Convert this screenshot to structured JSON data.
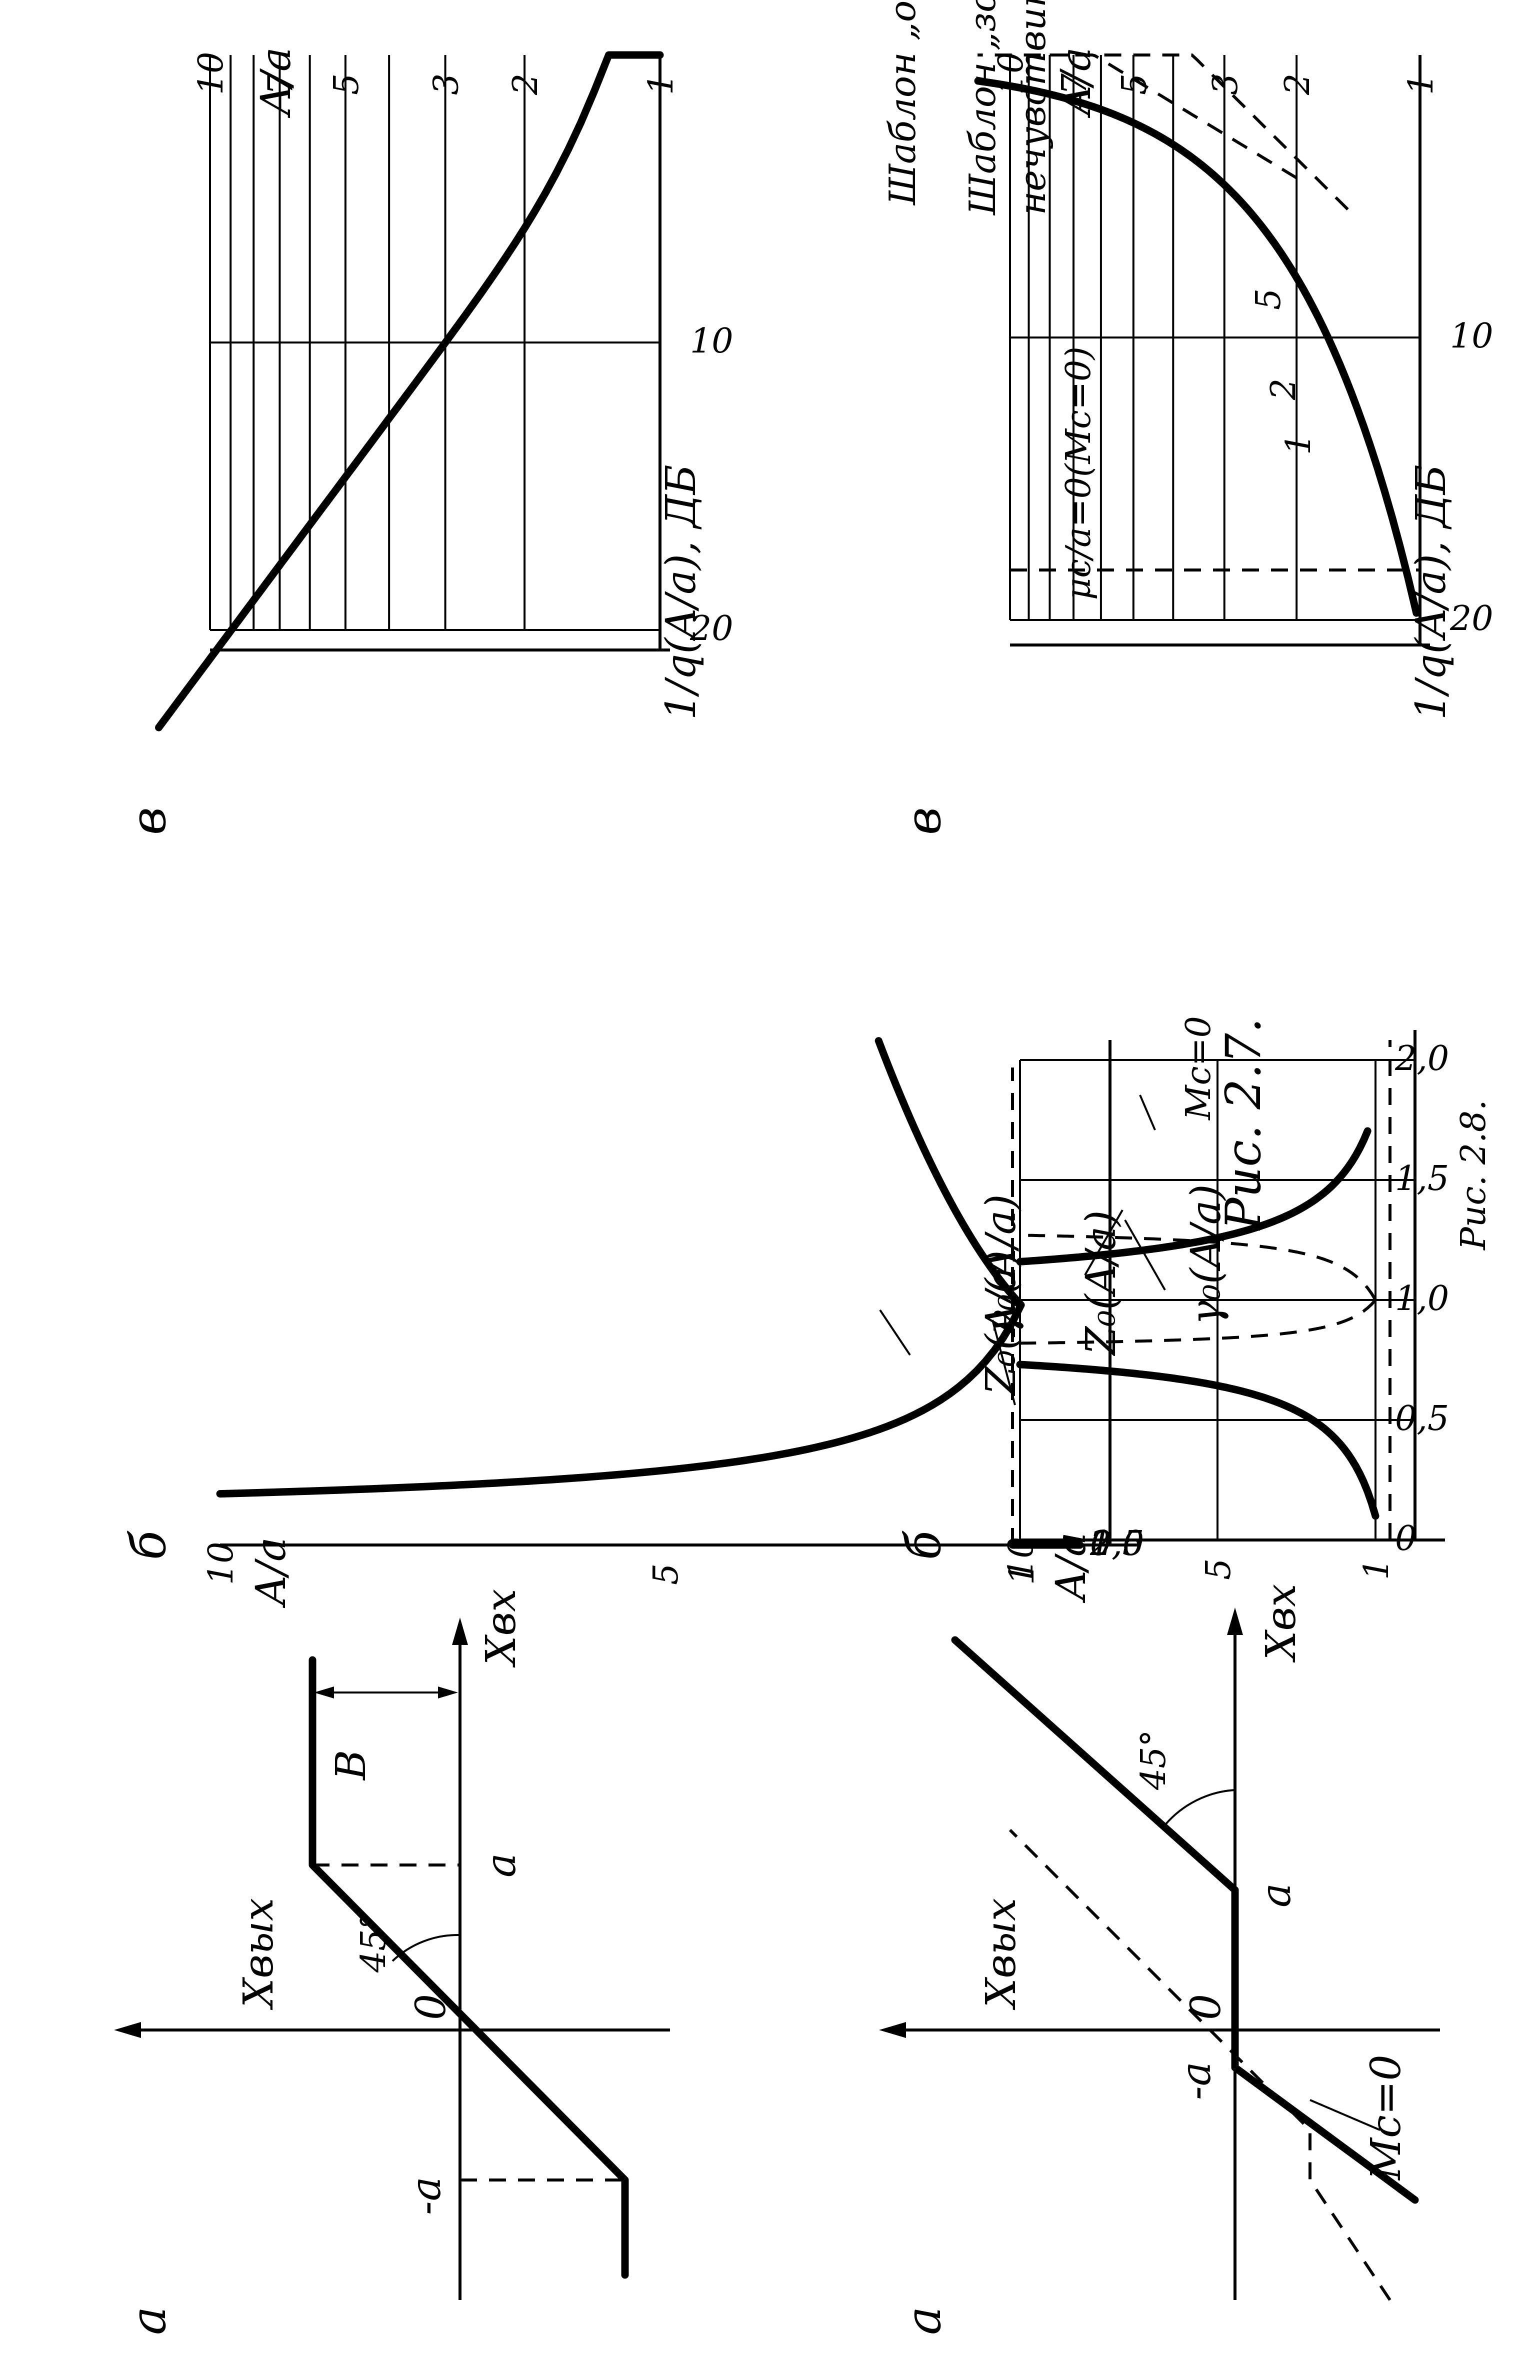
{
  "fig27": {
    "caption": "Рис. 2.7.",
    "a": {
      "letter": "а",
      "y_axis": "Xвых",
      "x_axis": "Xвх",
      "origin": "0",
      "neg_a": "-a",
      "pos_a": "a",
      "b_label": "В",
      "angle": "45°"
    },
    "b": {
      "letter": "б",
      "y_ticks": [
        "0",
        "0,5",
        "1,0",
        "1,5",
        "2,0"
      ],
      "x_ticks": [
        "1",
        "5",
        "10"
      ],
      "x_axis": "A/a",
      "curves": [
        "Z₀(A/a)",
        "γ₀(A/a)"
      ]
    },
    "c": {
      "letter": "в",
      "y_label": "1/q(A/a), ДБ",
      "y_ticks": [
        "10",
        "20"
      ],
      "x_ticks": [
        "1",
        "2",
        "3",
        "5",
        "7",
        "10"
      ],
      "x_axis": "A/a",
      "template": "Шаблон „ограничение\""
    }
  },
  "fig28": {
    "caption": "Рис. 2.8.",
    "a": {
      "letter": "а",
      "y_axis": "Xвых",
      "x_axis": "Xвх",
      "origin": "0",
      "neg_a": "-a",
      "pos_a": "a",
      "angle": "45°",
      "mc": "Mc=0"
    },
    "b": {
      "letter": "б",
      "y_ticks": [
        "0",
        "0,5",
        "1,0",
        "1,5",
        "2,0"
      ],
      "x_ticks": [
        "1",
        "5",
        "10"
      ],
      "x_axis": "A/a",
      "curves": [
        "Z₀(A/a)",
        "γ₀(A/a)"
      ],
      "mc": "Mc=0"
    },
    "c": {
      "letter": "в",
      "y_label": "1/q(A/a), ДБ",
      "y_ticks": [
        "10",
        "20"
      ],
      "x_ticks": [
        "1",
        "2",
        "3",
        "5",
        "7",
        "10"
      ],
      "x_axis": "A/a",
      "template_line1": "Шаблон „зона",
      "template_line2": "нечувствительности\"",
      "mu_label": "μc/a=0(Mc=0)",
      "curve_labels": [
        "1",
        "2",
        "5"
      ]
    }
  }
}
